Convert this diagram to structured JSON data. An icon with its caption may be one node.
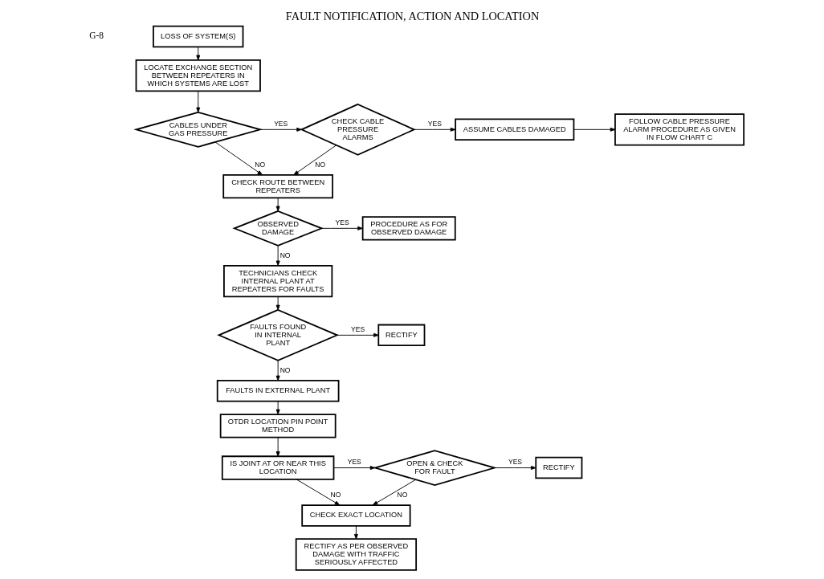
{
  "diagram": {
    "title": "FAULT NOTIFICATION, ACTION AND LOCATION",
    "nodes": [
      {
        "text": [
          "LOSS OF SYSTEM(S)"
        ]
      },
      {
        "text": [
          "LOCATE EXCHANGE SECTION BETWEEN REPEATERS IN WHICH SYSTEMS ARE LOST"
        ]
      },
      {
        "text": [
          "CABLES UNDER GAS PRESSURE"
        ]
      },
      {
        "text": [
          "CHECK CABLE PRESSURE ALARMS"
        ]
      },
      {
        "text": [
          "ASSUME CABLES DAMAGED"
        ]
      },
      {
        "text": [
          "FOLLOW CABLE PRESSURE ALARM PROCEDURE AS GIVEN IN FLOW CHART C"
        ]
      },
      {
        "text": [
          "CHECK ROUTE BETWEEN REPEATERS"
        ]
      },
      {
        "text": [
          "OBSERVED DAMAGE"
        ]
      },
      {
        "text": [
          "PROCEDURE AS FOR OBSERVED DAMAGE"
        ]
      },
      {
        "text": [
          "TECHNICIANS CHECK INTERNAL PLANT AT REPEATERS FOR FAULTS"
        ]
      },
      {
        "text": [
          "FAULTS FOUND IN INTERNAL PLANT"
        ]
      },
      {
        "text": [
          "RECTIFY"
        ]
      },
      {
        "text": [
          "FAULTS IN EXTERNAL PLANT"
        ]
      },
      {
        "text": [
          "OTDR LOCATION PIN POINT METHOD"
        ]
      },
      {
        "text": [
          "IS JOINT AT OR NEAR THIS LOCATION"
        ]
      },
      {
        "text": [
          "OPEN & CHECK FOR FAULT"
        ]
      },
      {
        "text": [
          "RECTIFY"
        ]
      },
      {
        "text": [
          "CHECK EXACT LOCATION"
        ]
      },
      {
        "text": [
          "RECTIFY AS PER OBSERVED DAMAGE WITH TRAFFIC SERIOUSLY AFFECTED"
        ]
      }
    ],
    "edges": [
      {
        "from": 0,
        "to": 1,
        "arrow": "to"
      },
      {
        "from": 1,
        "to": 2,
        "arrow": "to"
      },
      {
        "from": 2,
        "to": 3,
        "label": "YES",
        "arrow": "to"
      },
      {
        "from": 2,
        "to": 6,
        "label": "NO",
        "arrow": "to"
      },
      {
        "from": 3,
        "to": 4,
        "label": "YES",
        "arrow": "to"
      },
      {
        "from": 3,
        "to": 6,
        "label": "NO",
        "arrow": "to"
      },
      {
        "from": 4,
        "to": 5,
        "arrow": "to"
      },
      {
        "from": 6,
        "to": 7,
        "arrow": "to"
      },
      {
        "from": 7,
        "to": 8,
        "label": "YES",
        "arrow": "to"
      },
      {
        "from": 7,
        "to": 9,
        "label": "NO",
        "arrow": "to"
      },
      {
        "from": 9,
        "to": 10,
        "arrow": "to"
      },
      {
        "from": 10,
        "to": 11,
        "label": "YES",
        "arrow": "to"
      },
      {
        "from": 10,
        "to": 12,
        "label": "NO",
        "arrow": "to"
      },
      {
        "from": 12,
        "to": 13,
        "arrow": "to"
      },
      {
        "from": 13,
        "to": 14,
        "arrow": "to"
      },
      {
        "from": 14,
        "to": 15,
        "label": "YES",
        "arrow": "to"
      },
      {
        "from": 14,
        "to": 17,
        "label": "NO",
        "arrow": "to"
      },
      {
        "from": 15,
        "to": 16,
        "label": "YES",
        "arrow": "to"
      },
      {
        "from": 15,
        "to": 17,
        "label": "NO",
        "arrow": "to"
      },
      {
        "from": 17,
        "to": 18,
        "arrow": "to"
      }
    ],
    "labels": [
      "G-8"
    ]
  }
}
